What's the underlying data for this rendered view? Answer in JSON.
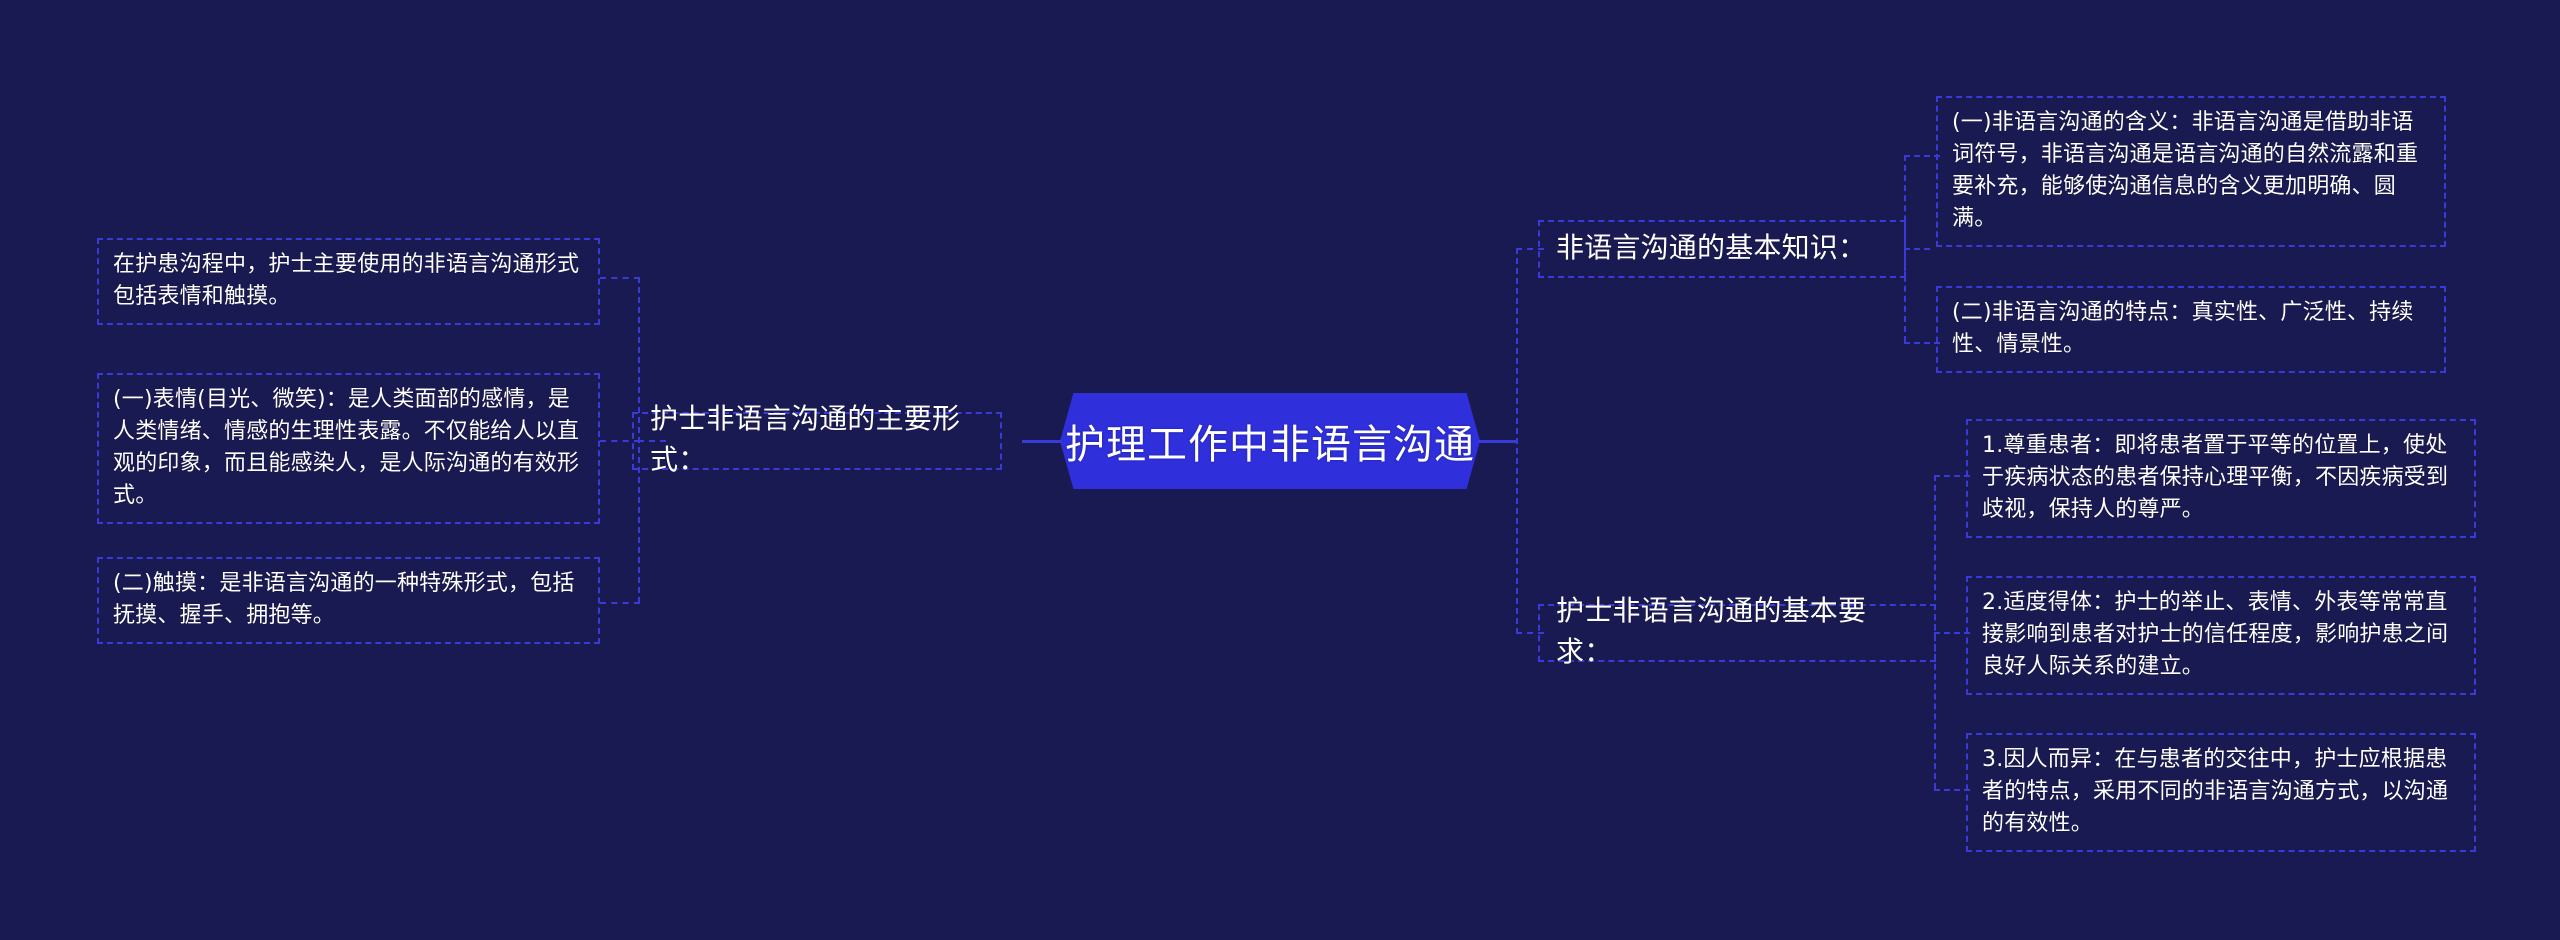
{
  "canvas": {
    "background_color": "#1a1a52",
    "node_border_color": "#3a3ad8",
    "central_fill_color": "#2f2fdc",
    "text_color": "#ffffff"
  },
  "central": {
    "title": "护理工作中非语言沟通"
  },
  "left_branch": {
    "label": "护士非语言沟通的主要形式：",
    "items": [
      {
        "text": "在护患沟程中，护士主要使用的非语言沟通形式包括表情和触摸。"
      },
      {
        "text": "(一)表情(目光、微笑)：是人类面部的感情，是人类情绪、情感的生理性表露。不仅能给人以直观的印象，而且能感染人，是人际沟通的有效形式。"
      },
      {
        "text": "(二)触摸：是非语言沟通的一种特殊形式，包括抚摸、握手、拥抱等。"
      }
    ]
  },
  "right_branches": [
    {
      "label": "非语言沟通的基本知识：",
      "items": [
        {
          "text": "(一)非语言沟通的含义：非语言沟通是借助非语词符号，非语言沟通是语言沟通的自然流露和重要补充，能够使沟通信息的含义更加明确、圆满。"
        },
        {
          "text": "(二)非语言沟通的特点：真实性、广泛性、持续性、情景性。"
        }
      ]
    },
    {
      "label": "护士非语言沟通的基本要求：",
      "items": [
        {
          "text": "1.尊重患者：即将患者置于平等的位置上，使处于疾病状态的患者保持心理平衡，不因疾病受到歧视，保持人的尊严。"
        },
        {
          "text": "2.适度得体：护士的举止、表情、外表等常常直接影响到患者对护士的信任程度，影响护患之间良好人际关系的建立。"
        },
        {
          "text": "3.因人而异：在与患者的交往中，护士应根据患者的特点，采用不同的非语言沟通方式，以沟通的有效性。"
        }
      ]
    }
  ]
}
